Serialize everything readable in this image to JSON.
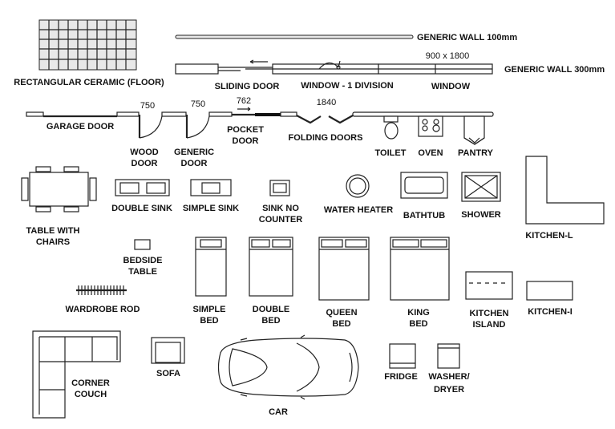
{
  "labels": {
    "ceramic": "RECTANGULAR CERAMIC (FLOOR)",
    "wall100": "GENERIC WALL 100mm",
    "wall300": "GENERIC WALL 300mm",
    "sliding": "SLIDING DOOR",
    "window1": "WINDOW - 1 DIVISION",
    "window": "WINDOW",
    "garage": "GARAGE DOOR",
    "wood1": "WOOD",
    "wood2": "DOOR",
    "generic1": "GENERIC",
    "generic2": "DOOR",
    "pocket1": "POCKET",
    "pocket2": "DOOR",
    "folding": "FOLDING DOORS",
    "toilet": "TOILET",
    "oven": "OVEN",
    "pantry": "PANTRY",
    "table1": "TABLE WITH",
    "table2": "CHAIRS",
    "doublesink": "DOUBLE SINK",
    "simplesink": "SIMPLE SINK",
    "sinknc1": "SINK NO",
    "sinknc2": "COUNTER",
    "heater": "WATER HEATER",
    "bathtub": "BATHTUB",
    "shower": "SHOWER",
    "kitchenl": "KITCHEN-L",
    "bedside1": "BEDSIDE",
    "bedside2": "TABLE",
    "wardrobe": "WARDROBE ROD",
    "sbed1": "SIMPLE",
    "sbed2": "BED",
    "dbed1": "DOUBLE",
    "dbed2": "BED",
    "qbed1": "QUEEN",
    "qbed2": "BED",
    "kbed1": "KING",
    "kbed2": "BED",
    "island1": "KITCHEN",
    "island2": "ISLAND",
    "kitcheni": "KITCHEN-I",
    "couch1": "CORNER",
    "couch2": "COUCH",
    "sofa": "SOFA",
    "car": "CAR",
    "fridge": "FRIDGE",
    "washer1": "WASHER/",
    "washer2": "DRYER"
  },
  "dimensions": {
    "window": "900 x 1800",
    "wood": "750",
    "generic": "750",
    "pocket": "762",
    "folding": "1840"
  }
}
